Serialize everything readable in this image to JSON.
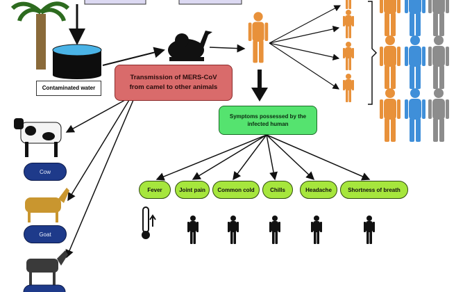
{
  "labels": {
    "contaminated_water": "Contaminated water",
    "transmission_line1": "Transmission of MERS-CoV",
    "transmission_line2": "from camel to other animals",
    "symptoms_line1": "Symptoms possessed by the",
    "symptoms_line2": "infected human"
  },
  "symptoms": [
    "Fever",
    "Joint pain",
    "Common cold",
    "Chills",
    "Headache",
    "Shortness of breath"
  ],
  "animals": [
    "Cow",
    "Goat"
  ],
  "colors": {
    "transmission_box": "#d96b6b",
    "symptoms_box": "#55e36f",
    "symptom_pill": "#a6e63d",
    "animal_pill": "#1e3a8a",
    "human_orange": "#e8913a",
    "human_blue": "#3f8fd9",
    "human_gray": "#8c8c8c"
  }
}
